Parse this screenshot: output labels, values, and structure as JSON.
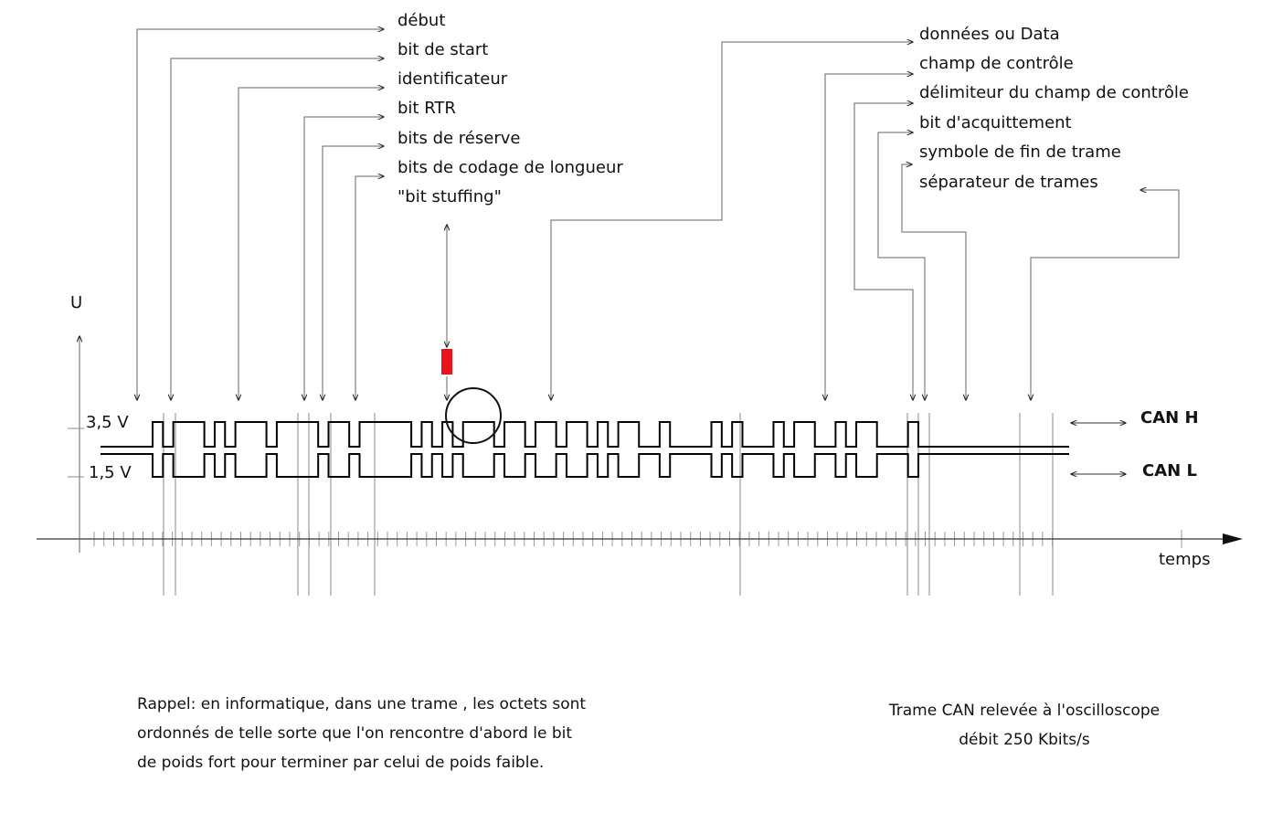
{
  "labels_left": [
    "début",
    "bit de start",
    "identificateur",
    "bit RTR",
    "bits de réserve",
    "bits de codage de longueur",
    "\"bit stuffing\""
  ],
  "labels_right": [
    "données ou Data",
    "champ de contrôle",
    "délimiteur du champ de contrôle",
    "bit d'acquittement",
    "symbole de fin de trame",
    "séparateur de trames"
  ],
  "axis": {
    "y_label": "U",
    "x_label": "temps",
    "v_high": "3,5 V",
    "v_low": "1,5 V"
  },
  "signals": {
    "can_h": "CAN H",
    "can_l": "CAN L"
  },
  "waveform_runs_bits": [
    1,
    1,
    3,
    1,
    1,
    1,
    3,
    1,
    4,
    1,
    2,
    1,
    5,
    1,
    1,
    1,
    1,
    1,
    3,
    1,
    2,
    1,
    2,
    1,
    2,
    1,
    1,
    1,
    2,
    2,
    1,
    4,
    1,
    1,
    1,
    3,
    1,
    1,
    2,
    2,
    1,
    1,
    2,
    3,
    1
  ],
  "waveform_first_state": "dominant",
  "note_left": [
    "Rappel: en informatique, dans une trame , les octets sont",
    "ordonnés de telle sorte que l'on rencontre d'abord le bit",
    "de poids fort pour terminer par celui de poids faible."
  ],
  "note_right": [
    "Trame CAN relevée à l'oscilloscope",
    "débit 250 Kbits/s"
  ],
  "colors": {
    "stuffing_marker": "#e8141a",
    "trace": "#000000",
    "guide": "#777777"
  }
}
